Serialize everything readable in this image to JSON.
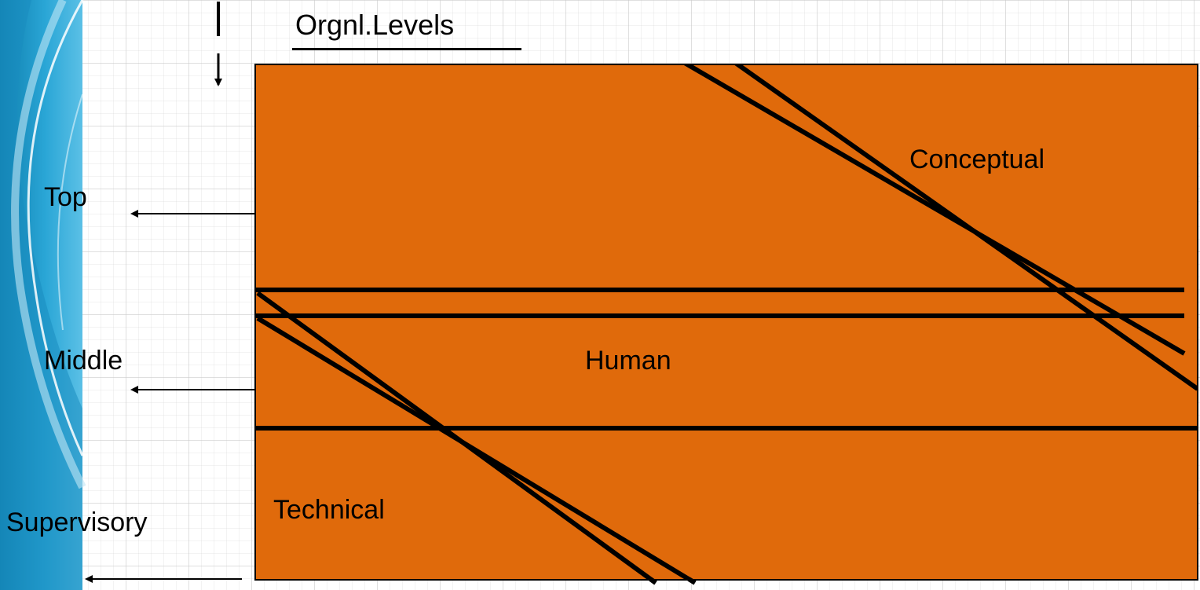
{
  "title": "Orgnl.Levels",
  "levels": {
    "top": "Top",
    "middle": "Middle",
    "supervisory": "Supervisory"
  },
  "skills": {
    "conceptual": "Conceptual",
    "human": "Human",
    "technical": "Technical"
  },
  "colors": {
    "box_fill": "#E06A0B",
    "line": "#000000",
    "decor_blue": "#1E8FC0"
  }
}
